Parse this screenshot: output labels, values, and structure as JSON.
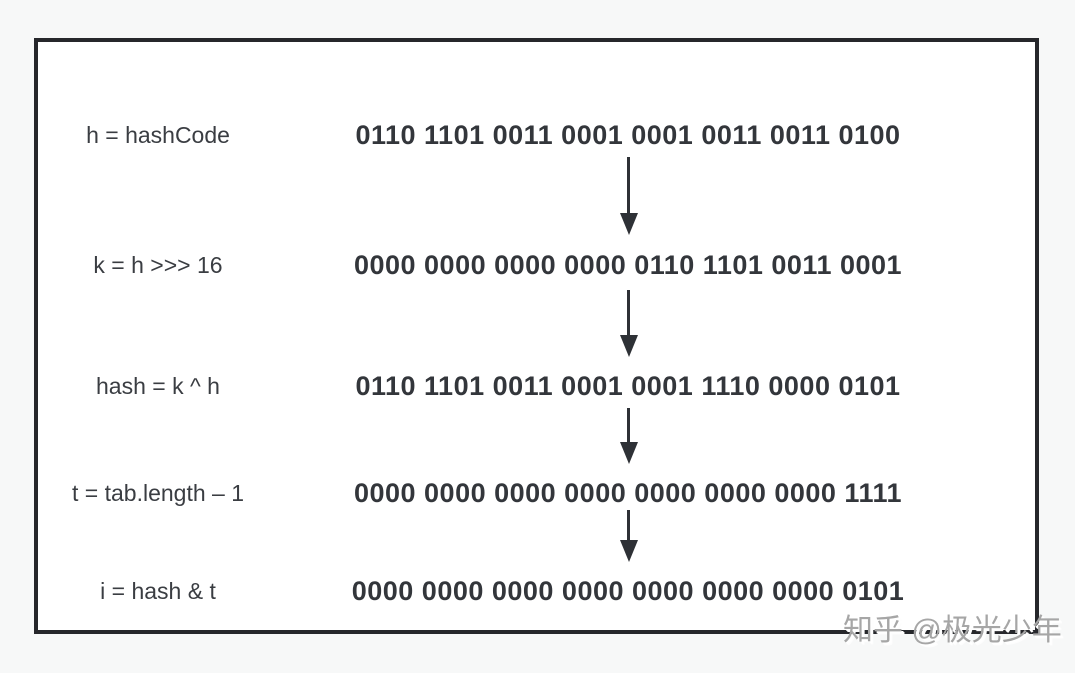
{
  "diagram": {
    "title_semantic": "HashMap hash and index computation",
    "rows": [
      {
        "label": "h = hashCode",
        "value": "0110 1101 0011 0001 0001 0011 0011 0100"
      },
      {
        "label": "k = h >>> 16",
        "value": "0000 0000 0000 0000 0110 1101 0011 0001"
      },
      {
        "label": "hash = k ^ h",
        "value": "0110 1101 0011 0001 0001 1110 0000 0101"
      },
      {
        "label": "t = tab.length – 1",
        "value": "0000 0000 0000 0000 0000 0000 0000 1111"
      },
      {
        "label": "i = hash & t",
        "value": "0000 0000 0000 0000 0000 0000 0000 0101"
      }
    ],
    "arrow_icon": "down-arrow"
  },
  "watermark": {
    "text": "知乎 @极光少年"
  },
  "colors": {
    "canvas_bg": "#f7f8f8",
    "frame_bg": "#ffffff",
    "frame_border": "#26272b",
    "text": "#33363b",
    "label_text": "#3a3d42",
    "arrow": "#2e3136",
    "watermark": "#a6a6a6"
  }
}
